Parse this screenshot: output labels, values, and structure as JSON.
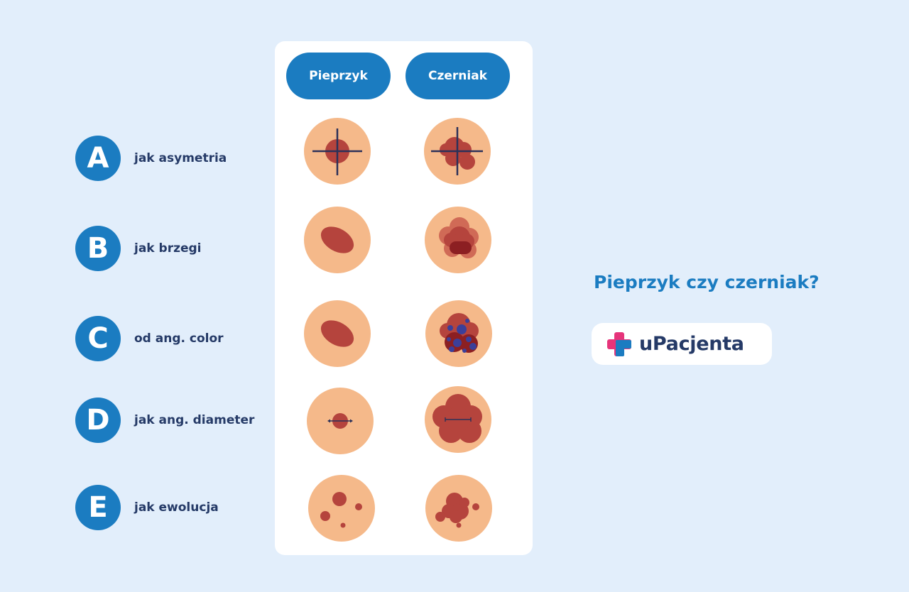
{
  "abcde": [
    {
      "letter": "A",
      "label": "jak asymetria"
    },
    {
      "letter": "B",
      "label": "jak brzegi"
    },
    {
      "letter": "C",
      "label": "od ang. color"
    },
    {
      "letter": "D",
      "label": "jak ang. diameter"
    },
    {
      "letter": "E",
      "label": "jak ewolucja"
    }
  ],
  "columns": {
    "mole": "Pieprzyk",
    "melanoma": "Czerniak"
  },
  "title": "Pieprzyk czy czerniak?",
  "brand": {
    "name": "uPacjenta",
    "logo_icon": "medical-cross-icon"
  },
  "colors": {
    "accent_blue": "#1b7cc1",
    "navy_text": "#253a67",
    "skin": "#f5b98a",
    "mole": "#b5443d",
    "mole_dark": "#8c1f22",
    "mole_light": "#d06a56",
    "speck_blue": "#3b3f9a",
    "background": "#e2eefb",
    "logo_pink": "#e6347a"
  }
}
